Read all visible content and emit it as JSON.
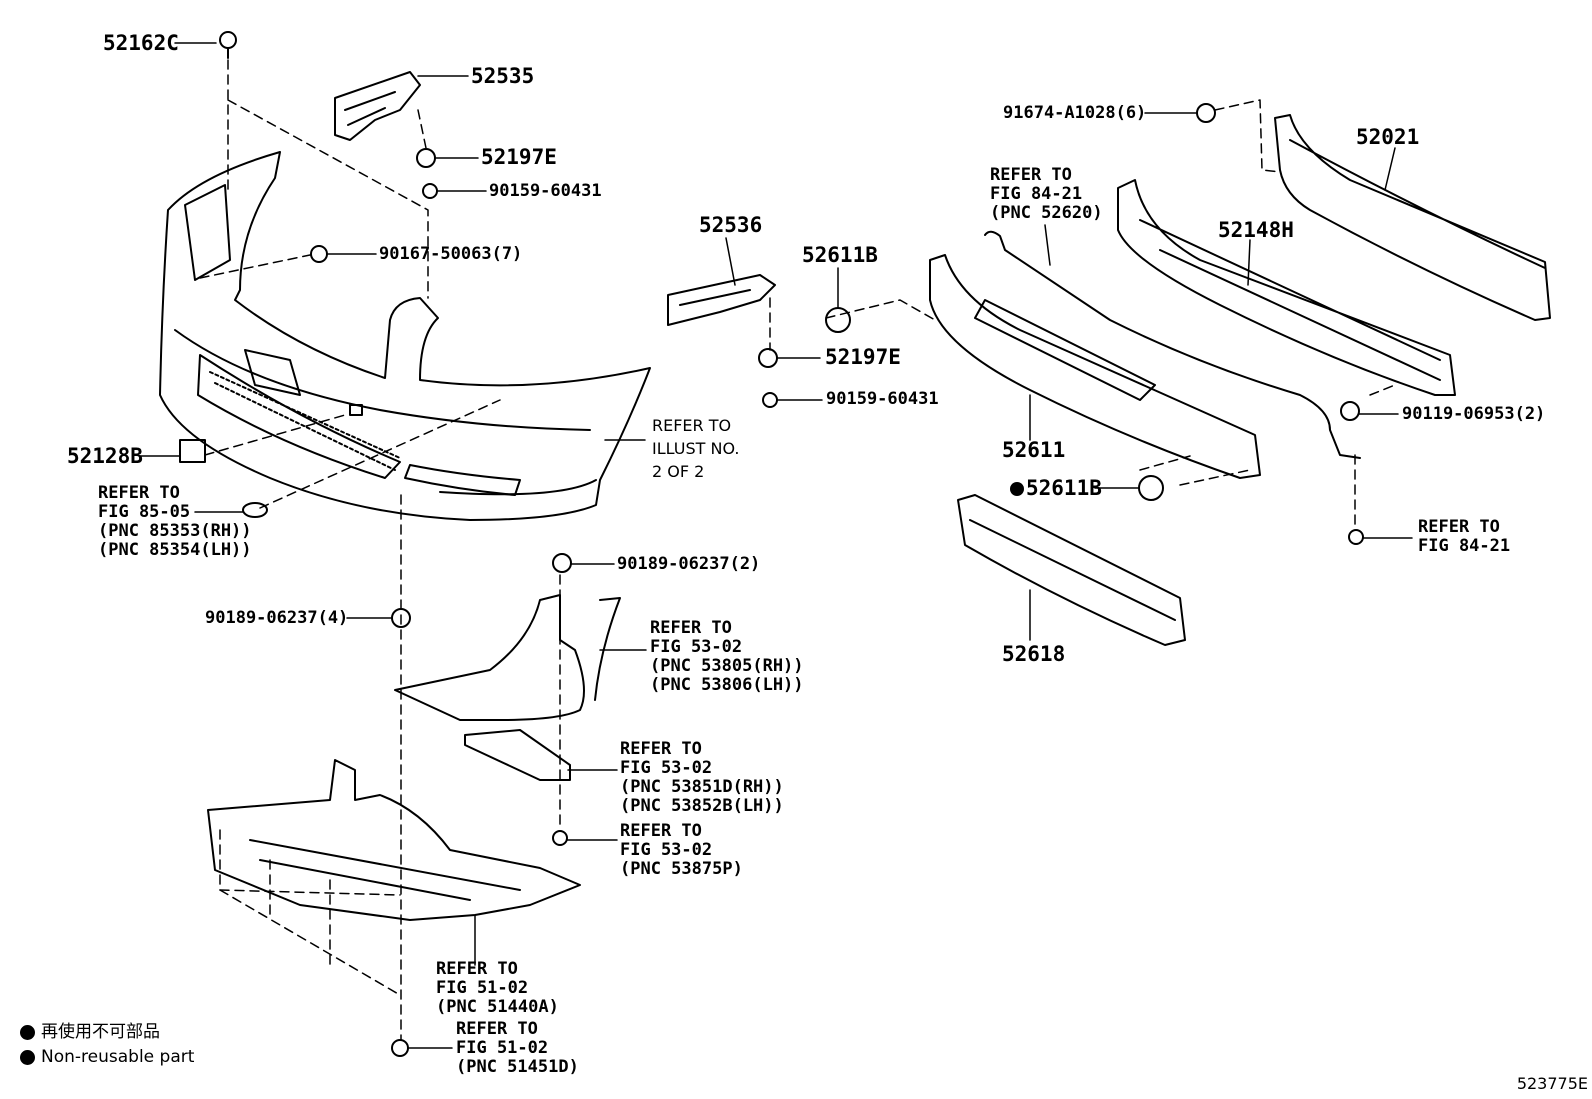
{
  "labels": {
    "p52162C": "52162C",
    "p52535": "52535",
    "p52197E_a": "52197E",
    "p90159_a": "90159-60431",
    "p90167": "90167-50063(7)",
    "p52536": "52536",
    "p52611B_a": "52611B",
    "p52197E_b": "52197E",
    "p90159_b": "90159-60431",
    "p91674": "91674-A1028(6)",
    "p52021": "52021",
    "p52148H": "52148H",
    "p52611": "52611",
    "p52611B_b": "52611B",
    "p52618": "52618",
    "p90119": "90119-06953(2)",
    "p52128B": "52128B",
    "p90189_a": "90189-06237(2)",
    "p90189_b": "90189-06237(4)"
  },
  "refs": {
    "wire": [
      "REFER TO",
      "FIG 84-21",
      "(PNC 52620)"
    ],
    "illust": [
      "REFER TO",
      "ILLUST NO.",
      "2 OF 2"
    ],
    "fig8505": [
      "REFER TO",
      "FIG 85-05",
      "(PNC 85353(RH))",
      "(PNC 85354(LH))"
    ],
    "fig8421": [
      "REFER TO",
      "FIG 84-21"
    ],
    "fig5302a": [
      "REFER TO",
      "FIG 53-02",
      "(PNC 53805(RH))",
      "(PNC 53806(LH))"
    ],
    "fig5302b": [
      "REFER TO",
      "FIG 53-02",
      "(PNC 53851D(RH))",
      "(PNC 53852B(LH))"
    ],
    "fig5302c": [
      "REFER TO",
      "FIG 53-02",
      "(PNC 53875P)"
    ],
    "fig5102a": [
      "REFER TO",
      "FIG 51-02",
      "(PNC 51440A)"
    ],
    "fig5102b": [
      "REFER TO",
      "FIG 51-02",
      "(PNC 51451D)"
    ]
  },
  "legend": {
    "jp": "再使用不可部品",
    "en": "Non-reusable part"
  },
  "illustration_code": "523775E"
}
